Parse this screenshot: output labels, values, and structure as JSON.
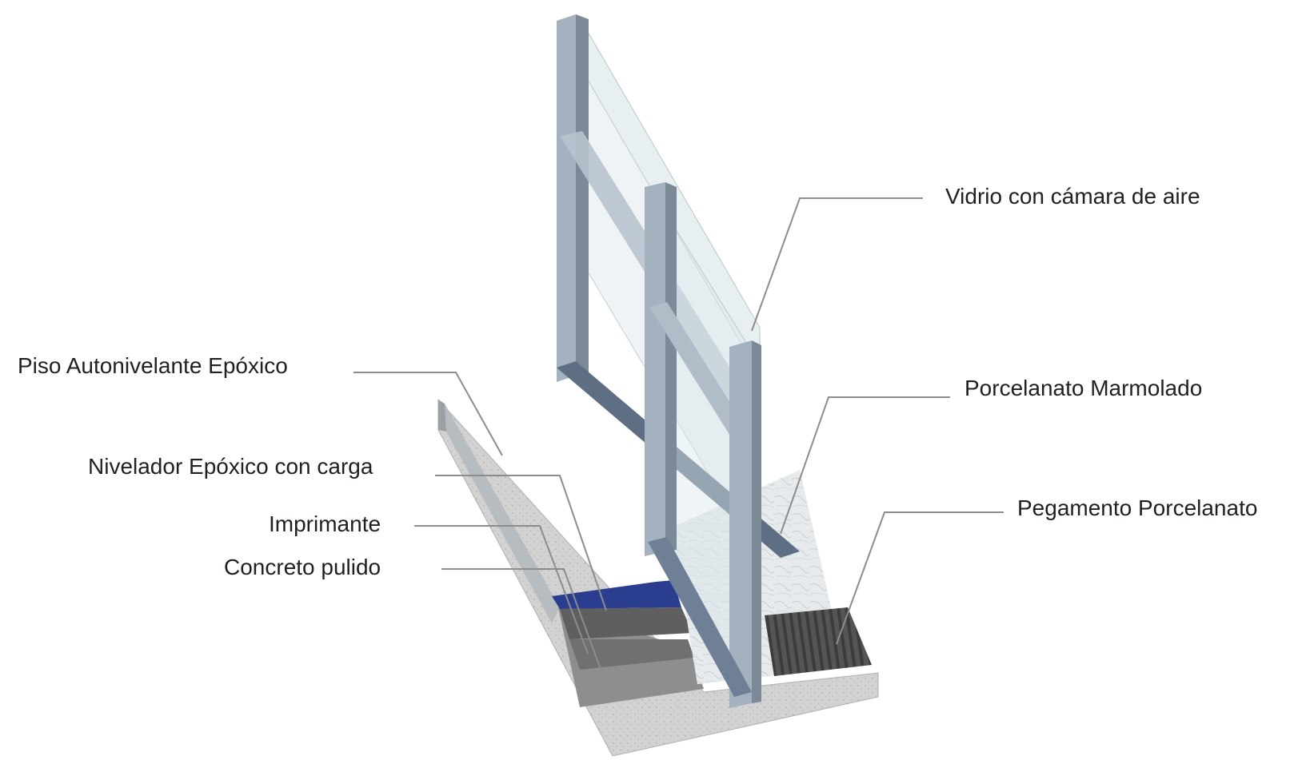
{
  "labels": {
    "vidrio": "Vidrio con cámara de aire",
    "porcelanato": "Porcelanato Marmolado",
    "pegamento": "Pegamento Porcelanato",
    "piso": "Piso Autonivelante Epóxico",
    "nivelador": "Nivelador Epóxico con carga",
    "imprimante": "Imprimante",
    "concreto": "Concreto pulido"
  },
  "colors": {
    "frame": "#a4b1be",
    "frame_dark": "#7c8a98",
    "glass": "#d5e1e6",
    "epoxy": "#2a3d8f",
    "concrete": "#9a9a9a",
    "marble": "#e9edef",
    "adhesive": "#4c4c4c",
    "slab": "#cfcfcf",
    "leader": "#8c8c8c"
  }
}
